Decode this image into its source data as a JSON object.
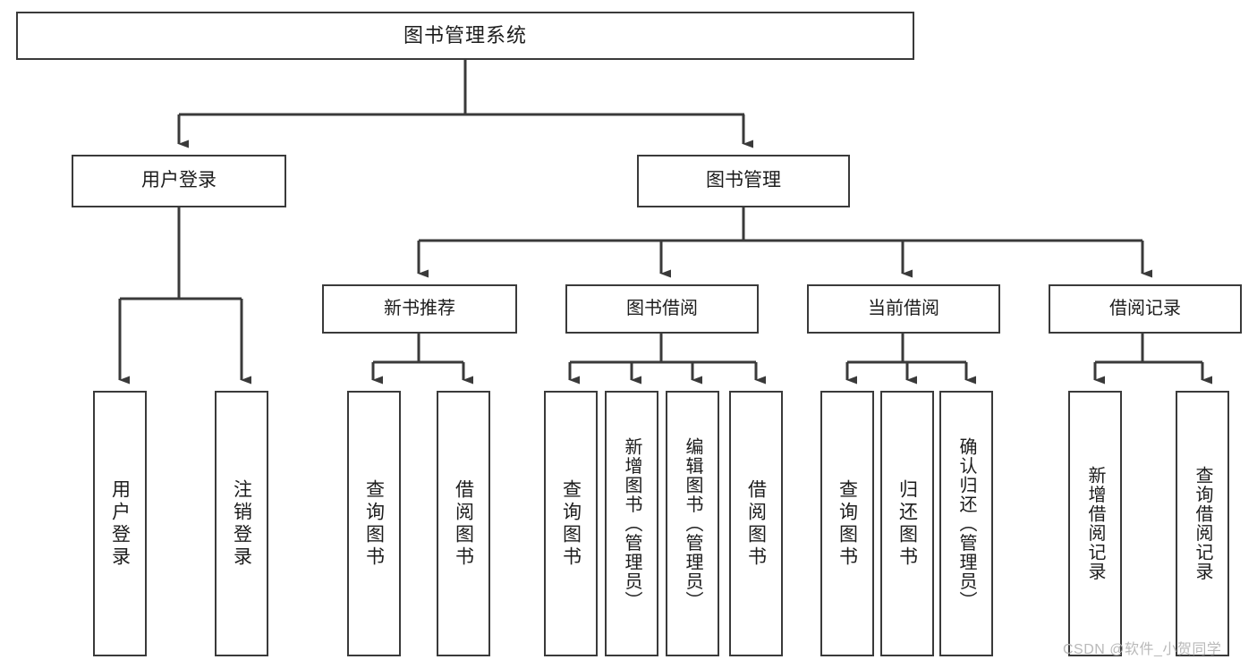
{
  "diagram": {
    "type": "tree",
    "title": "图书管理系统",
    "orientation": "top-down",
    "line_color": "#3a3a3a",
    "box_fill": "#ffffff",
    "text_color": "#1c1c1c",
    "root": {
      "label": "图书管理系统"
    },
    "level2": [
      {
        "label": "用户登录"
      },
      {
        "label": "图书管理"
      }
    ],
    "level3": [
      {
        "label": "新书推荐"
      },
      {
        "label": "图书借阅"
      },
      {
        "label": "当前借阅"
      },
      {
        "label": "借阅记录"
      }
    ],
    "leaves": [
      {
        "label": "用户登录",
        "parent": "用户登录"
      },
      {
        "label": "注销登录",
        "parent": "用户登录"
      },
      {
        "label": "查询图书",
        "parent": "新书推荐"
      },
      {
        "label": "借阅图书",
        "parent": "新书推荐"
      },
      {
        "label": "查询图书",
        "parent": "图书借阅"
      },
      {
        "label": "新增图书（管理员）",
        "parent": "图书借阅"
      },
      {
        "label": "编辑图书（管理员）",
        "parent": "图书借阅"
      },
      {
        "label": "借阅图书",
        "parent": "图书借阅"
      },
      {
        "label": "查询图书",
        "parent": "当前借阅"
      },
      {
        "label": "归还图书",
        "parent": "当前借阅"
      },
      {
        "label": "确认归还（管理员）",
        "parent": "当前借阅"
      },
      {
        "label": "新增借阅记录",
        "parent": "借阅记录"
      },
      {
        "label": "查询借阅记录",
        "parent": "借阅记录"
      }
    ]
  },
  "watermark": {
    "text": "CSDN @软件_小贺同学",
    "color": "#b9b9b9"
  }
}
